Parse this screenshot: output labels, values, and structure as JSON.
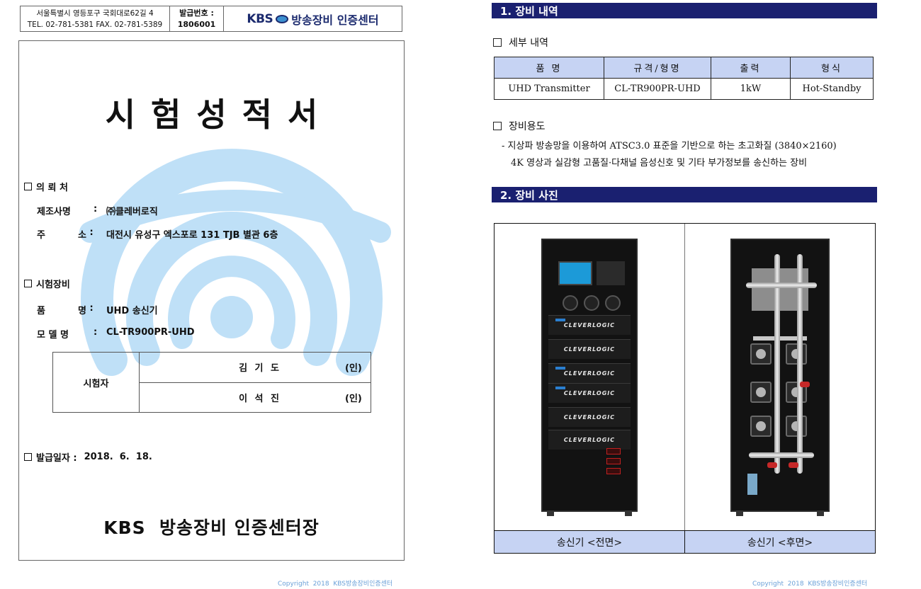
{
  "header": {
    "address_line1": "서울특별시 영등포구 국회대로62길 4",
    "address_line2": "TEL. 02-781-5381 FAX. 02-781-5389",
    "issue_label": "발급번호 :",
    "issue_number": "1806001",
    "logo_kbs": "KBS",
    "logo_text": "방송장비 인증센터"
  },
  "left_page": {
    "title": "시험성적서",
    "client": {
      "section": "의 뢰 처",
      "maker_label": "제조사명",
      "maker_value": "㈜클레버로직",
      "addr_label_a": "주",
      "addr_label_b": "소",
      "addr_value": "대전시 유성구 엑스포로 131 TJB 별관 6층"
    },
    "equipment": {
      "section": "시험장비",
      "name_label_a": "품",
      "name_label_b": "명",
      "name_value": "UHD 송신기",
      "model_label": "모 델 명",
      "model_value": "CL-TR900PR-UHD"
    },
    "tester": {
      "label": "시험자",
      "people": [
        {
          "name": "김 기 도",
          "seal": "(인)"
        },
        {
          "name": "이 석 진",
          "seal": "(인)"
        }
      ]
    },
    "issue_date_label": "발급일자 :",
    "issue_date_value": "2018.  6.  18.",
    "footer": "KBS  방송장비 인증센터장",
    "copyright": "Copyright  2018  KBS방송장비인증센터"
  },
  "right_page": {
    "section1": "1. 장비 내역",
    "detail_label": "세부 내역",
    "table": {
      "headers": [
        "품 명",
        "규격/형명",
        "출력",
        "형식"
      ],
      "rows": [
        [
          "UHD Transmitter",
          "CL-TR900PR-UHD",
          "1kW",
          "Hot-Standby"
        ]
      ]
    },
    "usage_label": "장비용도",
    "usage_line1": "- 지상파 방송망을 이용하여 ATSC3.0 표준을 기반으로 하는 초고화질 (3840×2160)",
    "usage_line2": "4K 영상과 실감형 고품질·다채널 음성신호 및 기타 부가정보를 송신하는 장비",
    "section2": "2. 장비 사진",
    "captions": [
      "송신기 <전면>",
      "송신기 <후면>"
    ],
    "module_brand": "CLEVERLOGIC",
    "copyright": "Copyright  2018  KBS방송장비인증센터"
  },
  "colors": {
    "navy_bar": "#1a2070",
    "table_head": "#c6d3f3",
    "watermark": "#bfe0f7",
    "copyright": "#6aa0d8"
  }
}
